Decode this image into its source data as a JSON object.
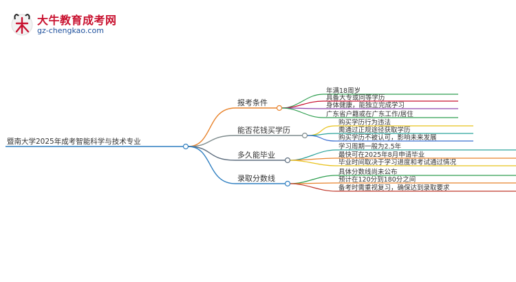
{
  "logo": {
    "title": "大牛教育成考网",
    "url": "gz-chengkao.com"
  },
  "mindmap": {
    "root": "暨南大学2025年成考智能科学与技术专业",
    "branches": [
      {
        "label": "报考条件",
        "color": "#e8822a",
        "children": [
          {
            "text": "年满18周岁",
            "color": "#2e9e4f"
          },
          {
            "text": "具备大专或同等学历",
            "color": "#c8102e"
          },
          {
            "text": "身体健康，能独立完成学习",
            "color": "#8e44ad"
          },
          {
            "text": "广东省户籍或在广东工作/居住",
            "color": "#2e9e4f"
          }
        ]
      },
      {
        "label": "能否花钱买学历",
        "color": "#7f8c8d",
        "children": [
          {
            "text": "购买学历行为违法",
            "color": "#e8c21a"
          },
          {
            "text": "需通过正规途径获取学历",
            "color": "#2aa39a"
          },
          {
            "text": "购买学历不被认可，影响未来发展",
            "color": "#3a6fd1"
          }
        ]
      },
      {
        "label": "多久能毕业",
        "color": "#5d6d7e",
        "children": [
          {
            "text": "学习周期一般为2.5年",
            "color": "#2aa39a"
          },
          {
            "text": "最快可在2025年8月申请毕业",
            "color": "#e8822a"
          },
          {
            "text": "毕业时间取决于学习进度和考试通过情况",
            "color": "#e8c21a"
          }
        ]
      },
      {
        "label": "录取分数线",
        "color": "#2f7fc1",
        "children": [
          {
            "text": "具体分数线尚未公布",
            "color": "#2e9e4f"
          },
          {
            "text": "预计在120分到180分之间",
            "color": "#e8822a"
          },
          {
            "text": "备考时需重视复习，确保达到录取要求",
            "color": "#c0392b"
          }
        ]
      }
    ]
  }
}
